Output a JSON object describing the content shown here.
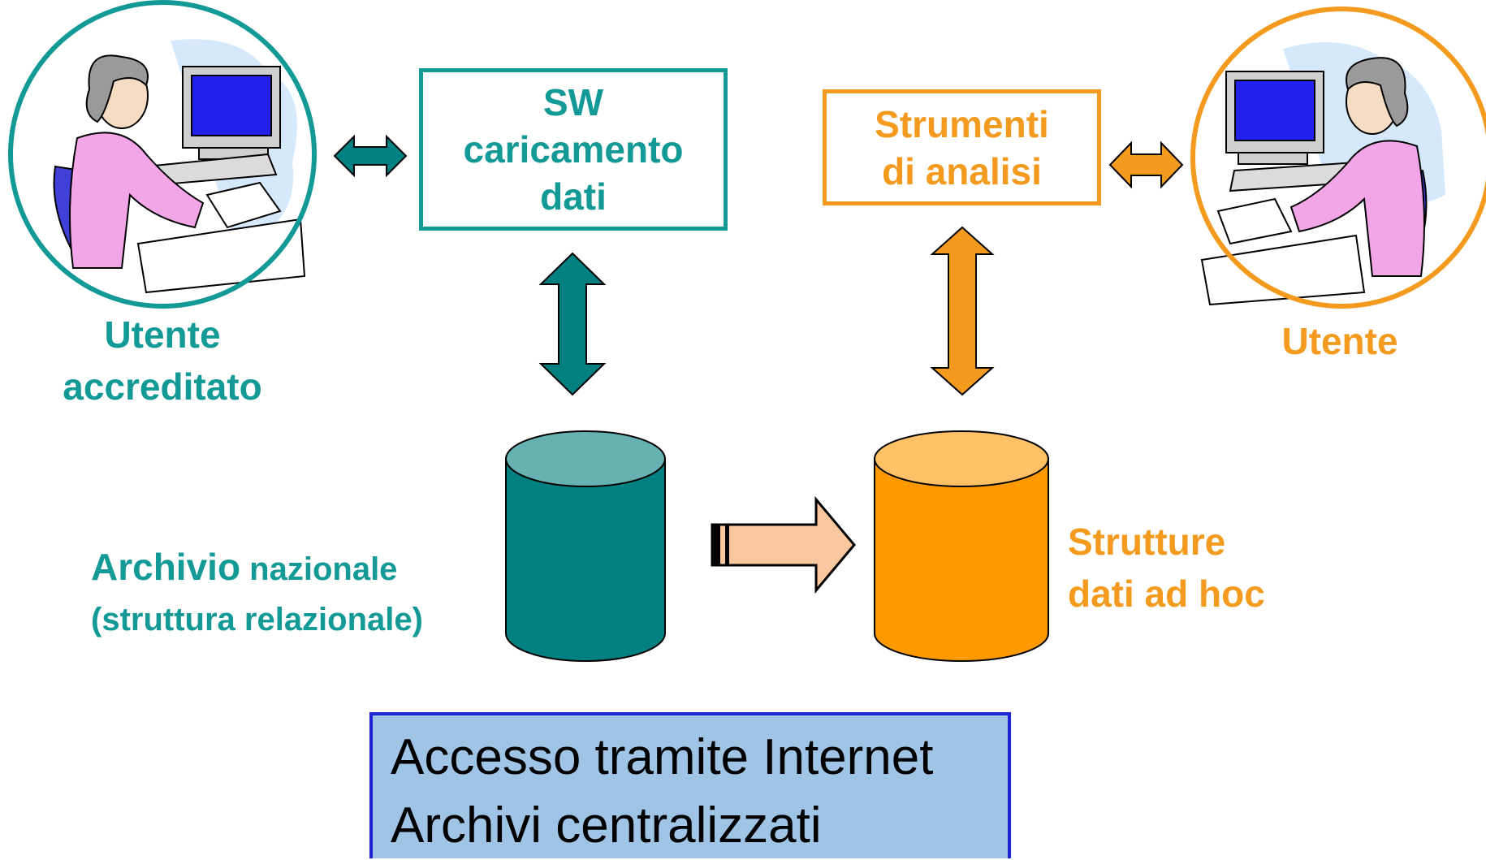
{
  "colors": {
    "teal": "#139a96",
    "teal_dark": "#008080",
    "orange": "#f39a1f",
    "orange_light": "#fdbf6a",
    "info_bg": "#a0c4e6",
    "info_border": "#1f23d6"
  },
  "users": {
    "left": {
      "label_line1": "Utente",
      "label_line2": "accreditato",
      "icon": "user-at-computer-icon"
    },
    "right": {
      "label": "Utente",
      "icon": "user-at-computer-icon"
    }
  },
  "software_box": {
    "line1": "SW",
    "line2": "caricamento",
    "line3": "dati"
  },
  "tools_box": {
    "line1": "Strumenti",
    "line2": "di analisi"
  },
  "archive": {
    "label_bold": "Archivio",
    "label_rest": " nazionale",
    "label_line2": "(struttura relazionale)",
    "icon": "database-cylinder-icon"
  },
  "adhoc": {
    "line1": "Strutture",
    "line2": "dati ad hoc",
    "icon": "database-cylinder-icon"
  },
  "info": {
    "line1": "Accesso tramite Internet",
    "line2": "Archivi centralizzati"
  }
}
